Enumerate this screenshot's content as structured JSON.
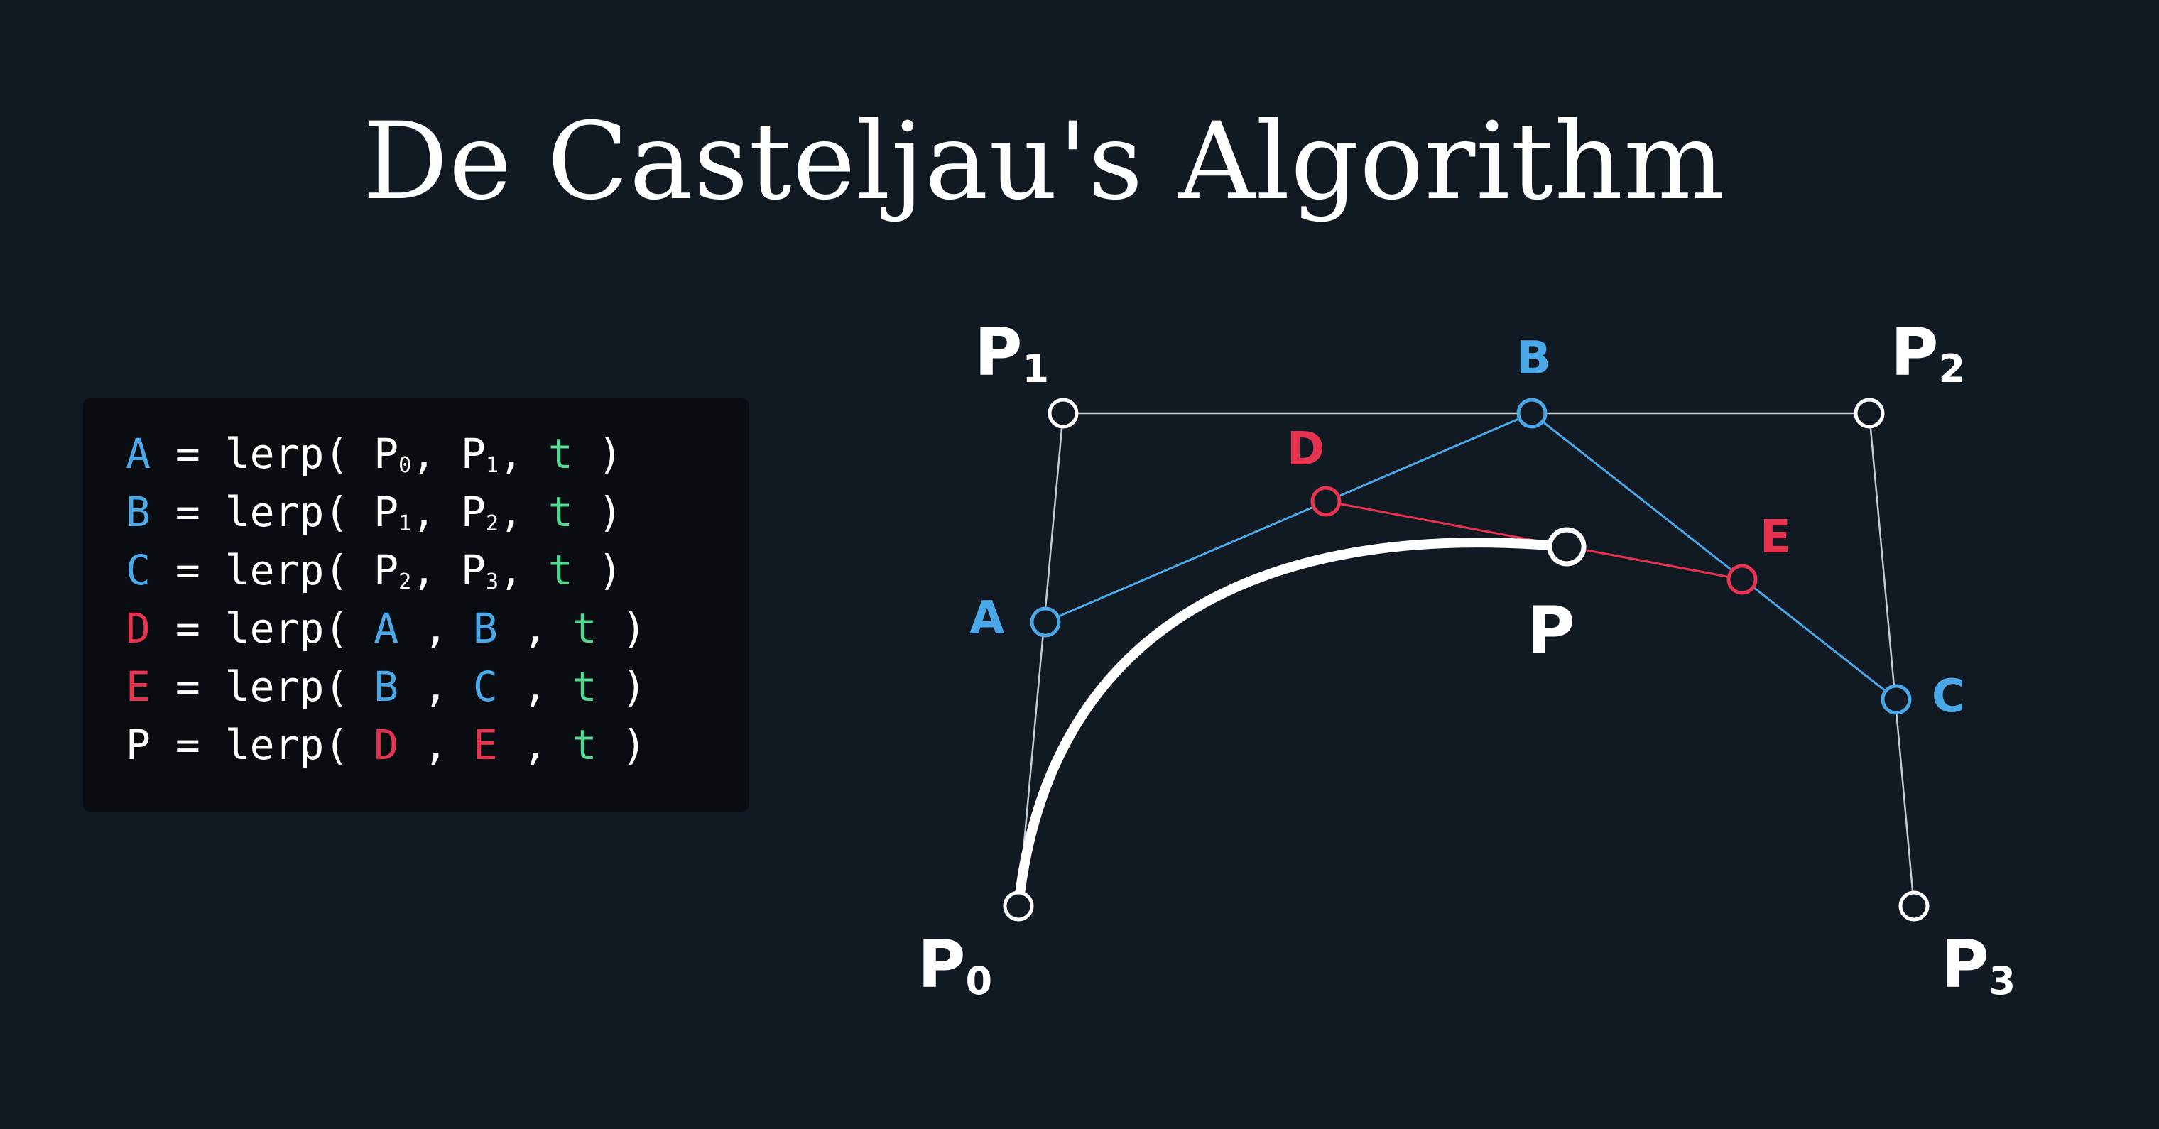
{
  "title": "De Casteljau's Algorithm",
  "code": [
    {
      "parts": [
        {
          "text": "A",
          "color": "blue"
        },
        {
          "text": " = lerp( ",
          "color": "white"
        },
        {
          "text": "P",
          "color": "white"
        },
        {
          "text": "0",
          "color": "white",
          "sub": true
        },
        {
          "text": ", ",
          "color": "white"
        },
        {
          "text": "P",
          "color": "white"
        },
        {
          "text": "1",
          "color": "white",
          "sub": true
        },
        {
          "text": ", ",
          "color": "white"
        },
        {
          "text": "t",
          "color": "green"
        },
        {
          "text": " )",
          "color": "white"
        }
      ]
    },
    {
      "parts": [
        {
          "text": "B",
          "color": "blue"
        },
        {
          "text": " = lerp( ",
          "color": "white"
        },
        {
          "text": "P",
          "color": "white"
        },
        {
          "text": "1",
          "color": "white",
          "sub": true
        },
        {
          "text": ", ",
          "color": "white"
        },
        {
          "text": "P",
          "color": "white"
        },
        {
          "text": "2",
          "color": "white",
          "sub": true
        },
        {
          "text": ", ",
          "color": "white"
        },
        {
          "text": "t",
          "color": "green"
        },
        {
          "text": " )",
          "color": "white"
        }
      ]
    },
    {
      "parts": [
        {
          "text": "C",
          "color": "blue"
        },
        {
          "text": " = lerp( ",
          "color": "white"
        },
        {
          "text": "P",
          "color": "white"
        },
        {
          "text": "2",
          "color": "white",
          "sub": true
        },
        {
          "text": ", ",
          "color": "white"
        },
        {
          "text": "P",
          "color": "white"
        },
        {
          "text": "3",
          "color": "white",
          "sub": true
        },
        {
          "text": ", ",
          "color": "white"
        },
        {
          "text": "t",
          "color": "green"
        },
        {
          "text": " )",
          "color": "white"
        }
      ]
    },
    {
      "parts": [
        {
          "text": "D",
          "color": "red"
        },
        {
          "text": " = lerp( ",
          "color": "white"
        },
        {
          "text": "A",
          "color": "blue"
        },
        {
          "text": " , ",
          "color": "white"
        },
        {
          "text": "B",
          "color": "blue"
        },
        {
          "text": " , ",
          "color": "white"
        },
        {
          "text": "t",
          "color": "green"
        },
        {
          "text": " )",
          "color": "white"
        }
      ]
    },
    {
      "parts": [
        {
          "text": "E",
          "color": "red"
        },
        {
          "text": " = lerp( ",
          "color": "white"
        },
        {
          "text": "B",
          "color": "blue"
        },
        {
          "text": " , ",
          "color": "white"
        },
        {
          "text": "C",
          "color": "blue"
        },
        {
          "text": " , ",
          "color": "white"
        },
        {
          "text": "t",
          "color": "green"
        },
        {
          "text": " )",
          "color": "white"
        }
      ]
    },
    {
      "parts": [
        {
          "text": "P",
          "color": "white"
        },
        {
          "text": " = lerp( ",
          "color": "white"
        },
        {
          "text": "D",
          "color": "red"
        },
        {
          "text": " , ",
          "color": "white"
        },
        {
          "text": "E",
          "color": "red"
        },
        {
          "text": " , ",
          "color": "white"
        },
        {
          "text": "t",
          "color": "green"
        },
        {
          "text": " )",
          "color": "white"
        }
      ]
    }
  ],
  "labels": {
    "p0": {
      "main": "P",
      "sub": "0"
    },
    "p1": {
      "main": "P",
      "sub": "1"
    },
    "p2": {
      "main": "P",
      "sub": "2"
    },
    "p3": {
      "main": "P",
      "sub": "3"
    },
    "a": "A",
    "b": "B",
    "c": "C",
    "d": "D",
    "e": "E",
    "p": "P"
  },
  "colors": {
    "background": "#111923",
    "panel": "#090d11",
    "blue": "#4aa8e8",
    "red": "#e6334f",
    "green": "#56d895",
    "white": "#ffffff",
    "guide": "#c8ccd0"
  }
}
